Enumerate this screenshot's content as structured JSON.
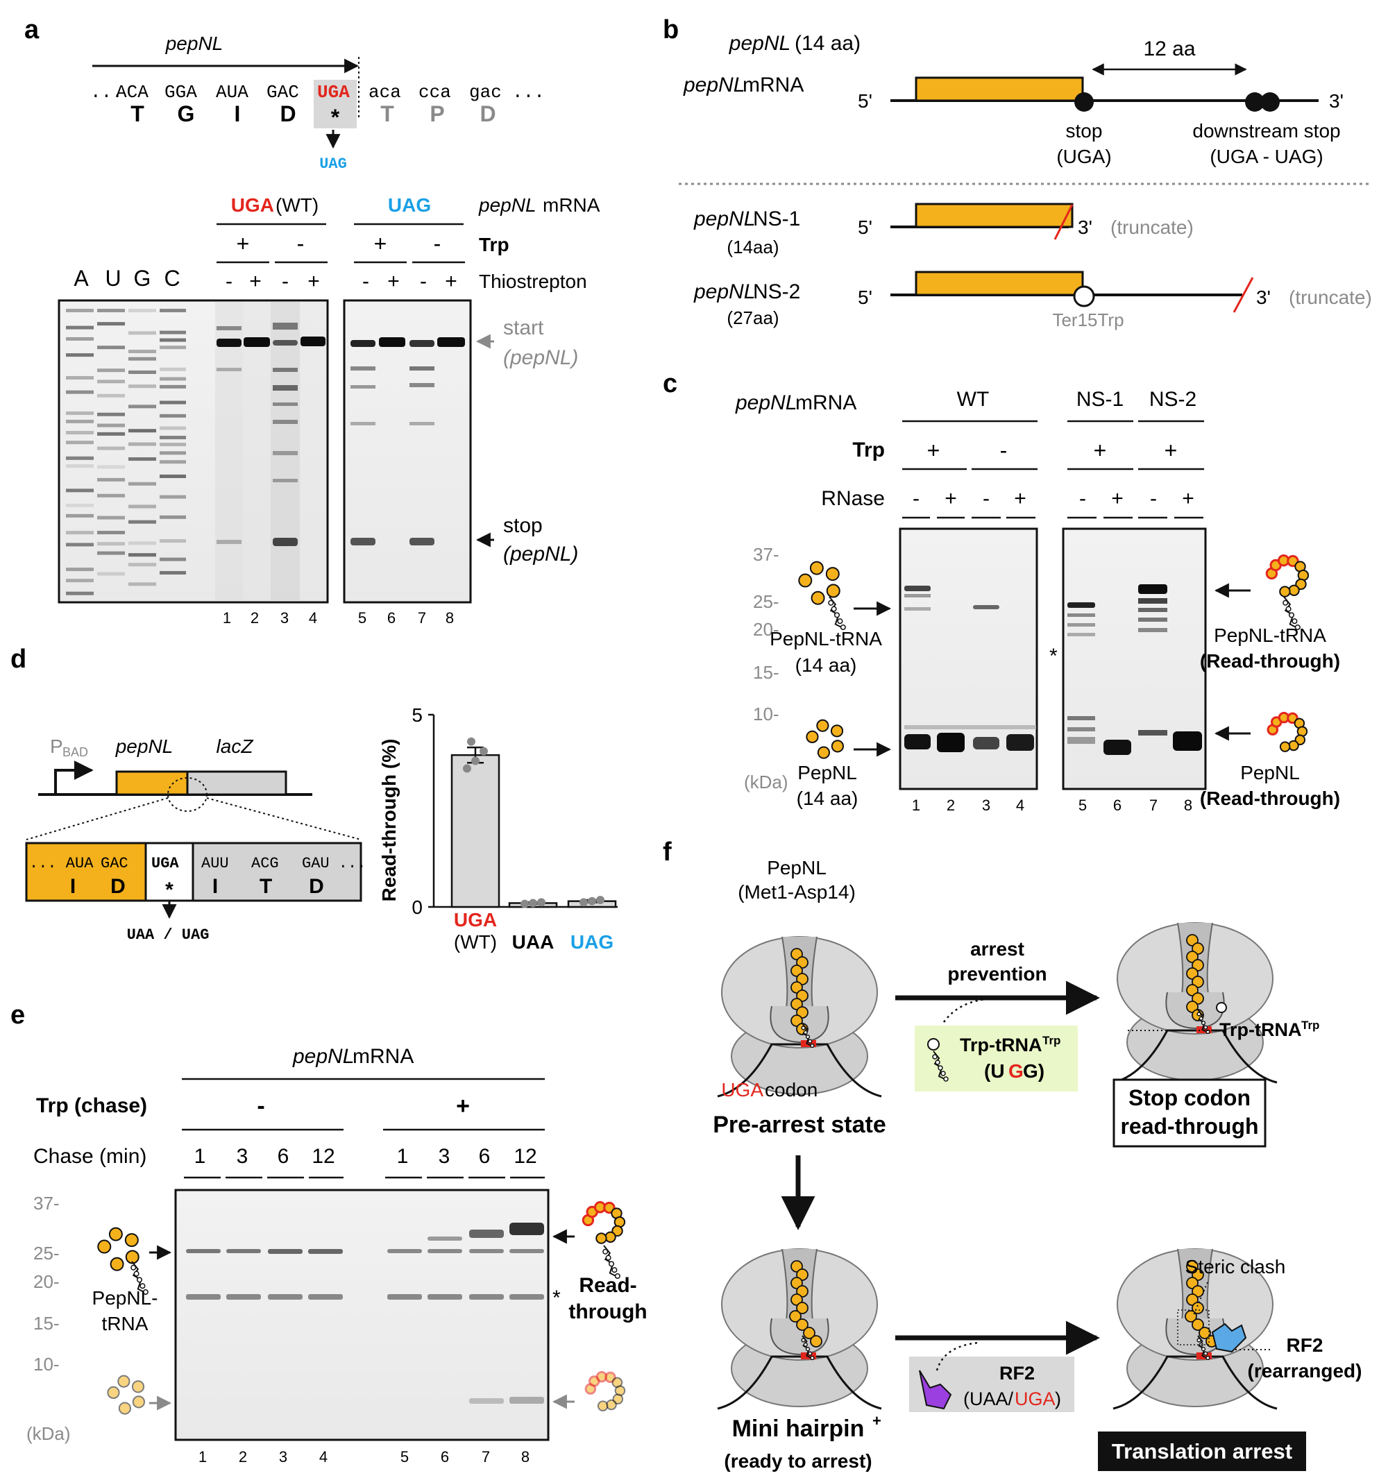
{
  "panel_a": {
    "letter": "a",
    "gene": "pepNL",
    "codons_prefix": "...",
    "codons": [
      "ACA",
      "GGA",
      "AUA",
      "GAC",
      "UGA",
      "aca",
      "cca",
      "gac"
    ],
    "codons_suffix": "...",
    "aa": [
      "T",
      "G",
      "I",
      "D",
      "*",
      "T",
      "P",
      "D"
    ],
    "mutation": "UAG",
    "group1_title_colored": "UGA",
    "group1_title_rest": " (WT)",
    "group2_title": "UAG",
    "mrna_label_italic": "pepNL",
    "mrna_label_rest": " mRNA",
    "trp_label": "Trp",
    "thio_label": "Thiostrepton",
    "trp_signs": [
      "+",
      "-",
      "+",
      "-"
    ],
    "thio_signs": [
      "-",
      "+",
      "-",
      "+",
      "-",
      "+",
      "-",
      "+"
    ],
    "ladder_labels": [
      "A",
      "U",
      "G",
      "C"
    ],
    "start_label": "start",
    "start_gene": "(pepNL)",
    "stop_label": "stop",
    "stop_gene": "(pepNL)",
    "lanes": [
      "1",
      "2",
      "3",
      "4",
      "5",
      "6",
      "7",
      "8"
    ]
  },
  "panel_b": {
    "letter": "b",
    "mrna_italic": "pepNL",
    "mrna_rest": " mRNA",
    "gene_italic": "pepNL",
    "gene_len": " (14 aa)",
    "spacer": "12 aa",
    "five": "5'",
    "three": "3'",
    "stop1": "stop",
    "stop1b": "(UGA)",
    "stop2": "downstream stop",
    "stop2b": "(UGA - UAG)",
    "ns1_italic": "pepNL",
    "ns1_rest": " NS-1",
    "ns1_len": "(14aa)",
    "ns2_italic": "pepNL",
    "ns2_rest": " NS-2",
    "ns2_len": "(27aa)",
    "truncate": "(truncate)",
    "mut": "Ter15Trp"
  },
  "panel_c": {
    "letter": "c",
    "mrna_italic": "pepNL",
    "mrna_rest": " mRNA",
    "wt": "WT",
    "ns1": "NS-1",
    "ns2": "NS-2",
    "trp": "Trp",
    "rnase": "RNase",
    "trp_signs": [
      "+",
      "-",
      "+",
      "+"
    ],
    "rnase_signs": [
      "-",
      "+",
      "-",
      "+",
      "-",
      "+",
      "-",
      "+"
    ],
    "mw": [
      "37-",
      "25-",
      "20-",
      "15-",
      "10-"
    ],
    "kda": "(kDa)",
    "pep_trna": "PepNL-tRNA",
    "pep_trna_len": "(14 aa)",
    "pep": "PepNL",
    "pep_len": "(14 aa)",
    "rt_trna": "PepNL-tRNA",
    "rt": "(Read-through)",
    "rt_pep": "PepNL",
    "asterisk": "*",
    "lanes": [
      "1",
      "2",
      "3",
      "4",
      "5",
      "6",
      "7",
      "8"
    ]
  },
  "panel_d": {
    "letter": "d",
    "promoter": "P",
    "promoter_sub": "BAD",
    "gene1": "pepNL",
    "gene2": "lacZ",
    "codons_left": [
      "... AUA",
      "GAC"
    ],
    "aa_left": [
      "I",
      "D"
    ],
    "stop_codon": "UGA",
    "stop_aa": "*",
    "codons_right": [
      "AUU",
      "ACG",
      "GAU ..."
    ],
    "aa_right": [
      "I",
      "T",
      "D"
    ],
    "mutation": "UAA / UAG",
    "ylabel": "Read-through (%)",
    "yticks": [
      "0",
      "5"
    ]
  },
  "chart_data": {
    "type": "bar",
    "categories": [
      "UGA (WT)",
      "UAA",
      "UAG"
    ],
    "values": [
      3.95,
      0.1,
      0.15
    ],
    "points": [
      [
        3.6,
        3.8,
        4.05,
        4.3
      ],
      [
        0.08,
        0.1,
        0.12
      ],
      [
        0.12,
        0.15,
        0.18
      ]
    ],
    "errors": [
      0.2,
      0.02,
      0.03
    ],
    "ylabel": "Read-through (%)",
    "ylim": [
      0,
      5
    ],
    "category_colors": [
      "#e3261d",
      "#111111",
      "#1aa0e6"
    ]
  },
  "panel_e": {
    "letter": "e",
    "mrna_italic": "pepNL",
    "mrna_rest": " mRNA",
    "trp_chase": "Trp (chase)",
    "minus": "-",
    "plus": "+",
    "chase_min": "Chase (min)",
    "times": [
      "1",
      "3",
      "6",
      "12",
      "1",
      "3",
      "6",
      "12"
    ],
    "mw": [
      "37-",
      "25-",
      "20-",
      "15-",
      "10-"
    ],
    "kda": "(kDa)",
    "pep_trna_a": "PepNL-",
    "pep_trna_b": "tRNA",
    "rt_a": "Read-",
    "rt_b": "through",
    "asterisk": "*",
    "lanes": [
      "1",
      "2",
      "3",
      "4",
      "5",
      "6",
      "7",
      "8"
    ]
  },
  "panel_f": {
    "letter": "f",
    "pepnl": "PepNL",
    "pepnl_range": "(Met1-Asp14)",
    "uga": "UGA",
    "codon": " codon",
    "pre_arrest": "Pre-arrest state",
    "arrest": "arrest",
    "prevention": "prevention",
    "trp_trna": "Trp-tRNA",
    "trp_sup": "Trp",
    "ugg_open": "(U",
    "ugg_g": "G",
    "ugg_close": "G)",
    "readthrough_a": "Stop codon",
    "readthrough_b": "read-through",
    "mini_hairpin": "Mini hairpin",
    "mini_sup": "+",
    "ready": "(ready to arrest)",
    "rf2": "RF2",
    "rf2_codons_a": "(UAA/",
    "rf2_codons_b": "UGA",
    "rf2_codons_c": ")",
    "steric": "Steric clash",
    "rf2_rearr_a": "RF2",
    "rf2_rearr_b": "(rearranged)",
    "arrest_label": "Translation arrest"
  }
}
